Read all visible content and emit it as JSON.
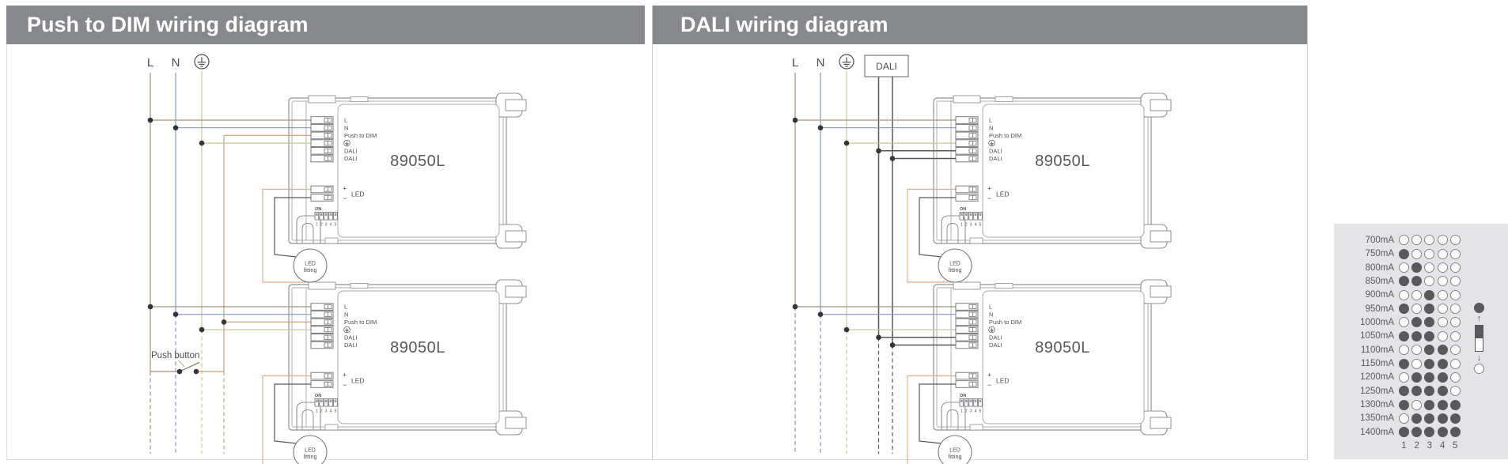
{
  "panels": [
    {
      "title": "Push to DIM wiring diagram",
      "mains": {
        "live": "L",
        "neutral": "N"
      },
      "push_button_label": "Push button"
    },
    {
      "title": "DALI wiring diagram",
      "mains": {
        "live": "L",
        "neutral": "N"
      },
      "dali_box_label": "DALI"
    }
  ],
  "driver": {
    "model": "89050L",
    "terminals": [
      "L",
      "N",
      "Push to DIM",
      "⏚",
      "DALI",
      "DALI"
    ],
    "led": {
      "plus": "+",
      "minus": "−",
      "label": "LED"
    },
    "dip": {
      "on_label": "ON",
      "positions": [
        "1",
        "2",
        "3",
        "4",
        "5"
      ]
    },
    "fitting": {
      "line1": "LED",
      "line2": "fitting"
    }
  },
  "current_table": {
    "columns": [
      "1",
      "2",
      "3",
      "4",
      "5"
    ],
    "unit_rows": [
      {
        "label": "700mA",
        "switches": [
          0,
          0,
          0,
          0,
          0
        ]
      },
      {
        "label": "750mA",
        "switches": [
          1,
          0,
          0,
          0,
          0
        ]
      },
      {
        "label": "800mA",
        "switches": [
          0,
          1,
          0,
          0,
          0
        ]
      },
      {
        "label": "850mA",
        "switches": [
          1,
          1,
          0,
          0,
          0
        ]
      },
      {
        "label": "900mA",
        "switches": [
          0,
          0,
          1,
          0,
          0
        ]
      },
      {
        "label": "950mA",
        "switches": [
          1,
          0,
          1,
          0,
          0
        ]
      },
      {
        "label": "1000mA",
        "switches": [
          0,
          1,
          1,
          0,
          0
        ]
      },
      {
        "label": "1050mA",
        "switches": [
          1,
          1,
          1,
          0,
          0
        ]
      },
      {
        "label": "1100mA",
        "switches": [
          0,
          0,
          1,
          1,
          0
        ]
      },
      {
        "label": "1150mA",
        "switches": [
          1,
          0,
          1,
          1,
          0
        ]
      },
      {
        "label": "1200mA",
        "switches": [
          0,
          1,
          1,
          1,
          0
        ]
      },
      {
        "label": "1250mA",
        "switches": [
          1,
          1,
          1,
          1,
          0
        ]
      },
      {
        "label": "1300mA",
        "switches": [
          1,
          0,
          1,
          1,
          1
        ]
      },
      {
        "label": "1350mA",
        "switches": [
          0,
          1,
          1,
          1,
          1
        ]
      },
      {
        "label": "1400mA",
        "switches": [
          1,
          1,
          1,
          1,
          1
        ]
      }
    ],
    "legend": {
      "up_arrow": "↑",
      "down_arrow": "↓"
    }
  },
  "colors": {
    "header_bg": "#87888b",
    "header_text": "#ffffff",
    "outline": "#8f9193",
    "outline_dark": "#6d6f72",
    "text": "#4b4d50",
    "model_text": "#58595b",
    "wire_live": "#a39176",
    "wire_neutral": "#8099c4",
    "wire_earth": "#c6cb90",
    "wire_push": "#cfa182",
    "wire_dali": "#55575b",
    "wire_led_plus": "#eba98b",
    "wire_led_minus": "#55575b",
    "junction": "#333538",
    "table_bg": "#e4e4e6",
    "dot_filled": "#58595b",
    "panel_border": "#c9cacc"
  }
}
